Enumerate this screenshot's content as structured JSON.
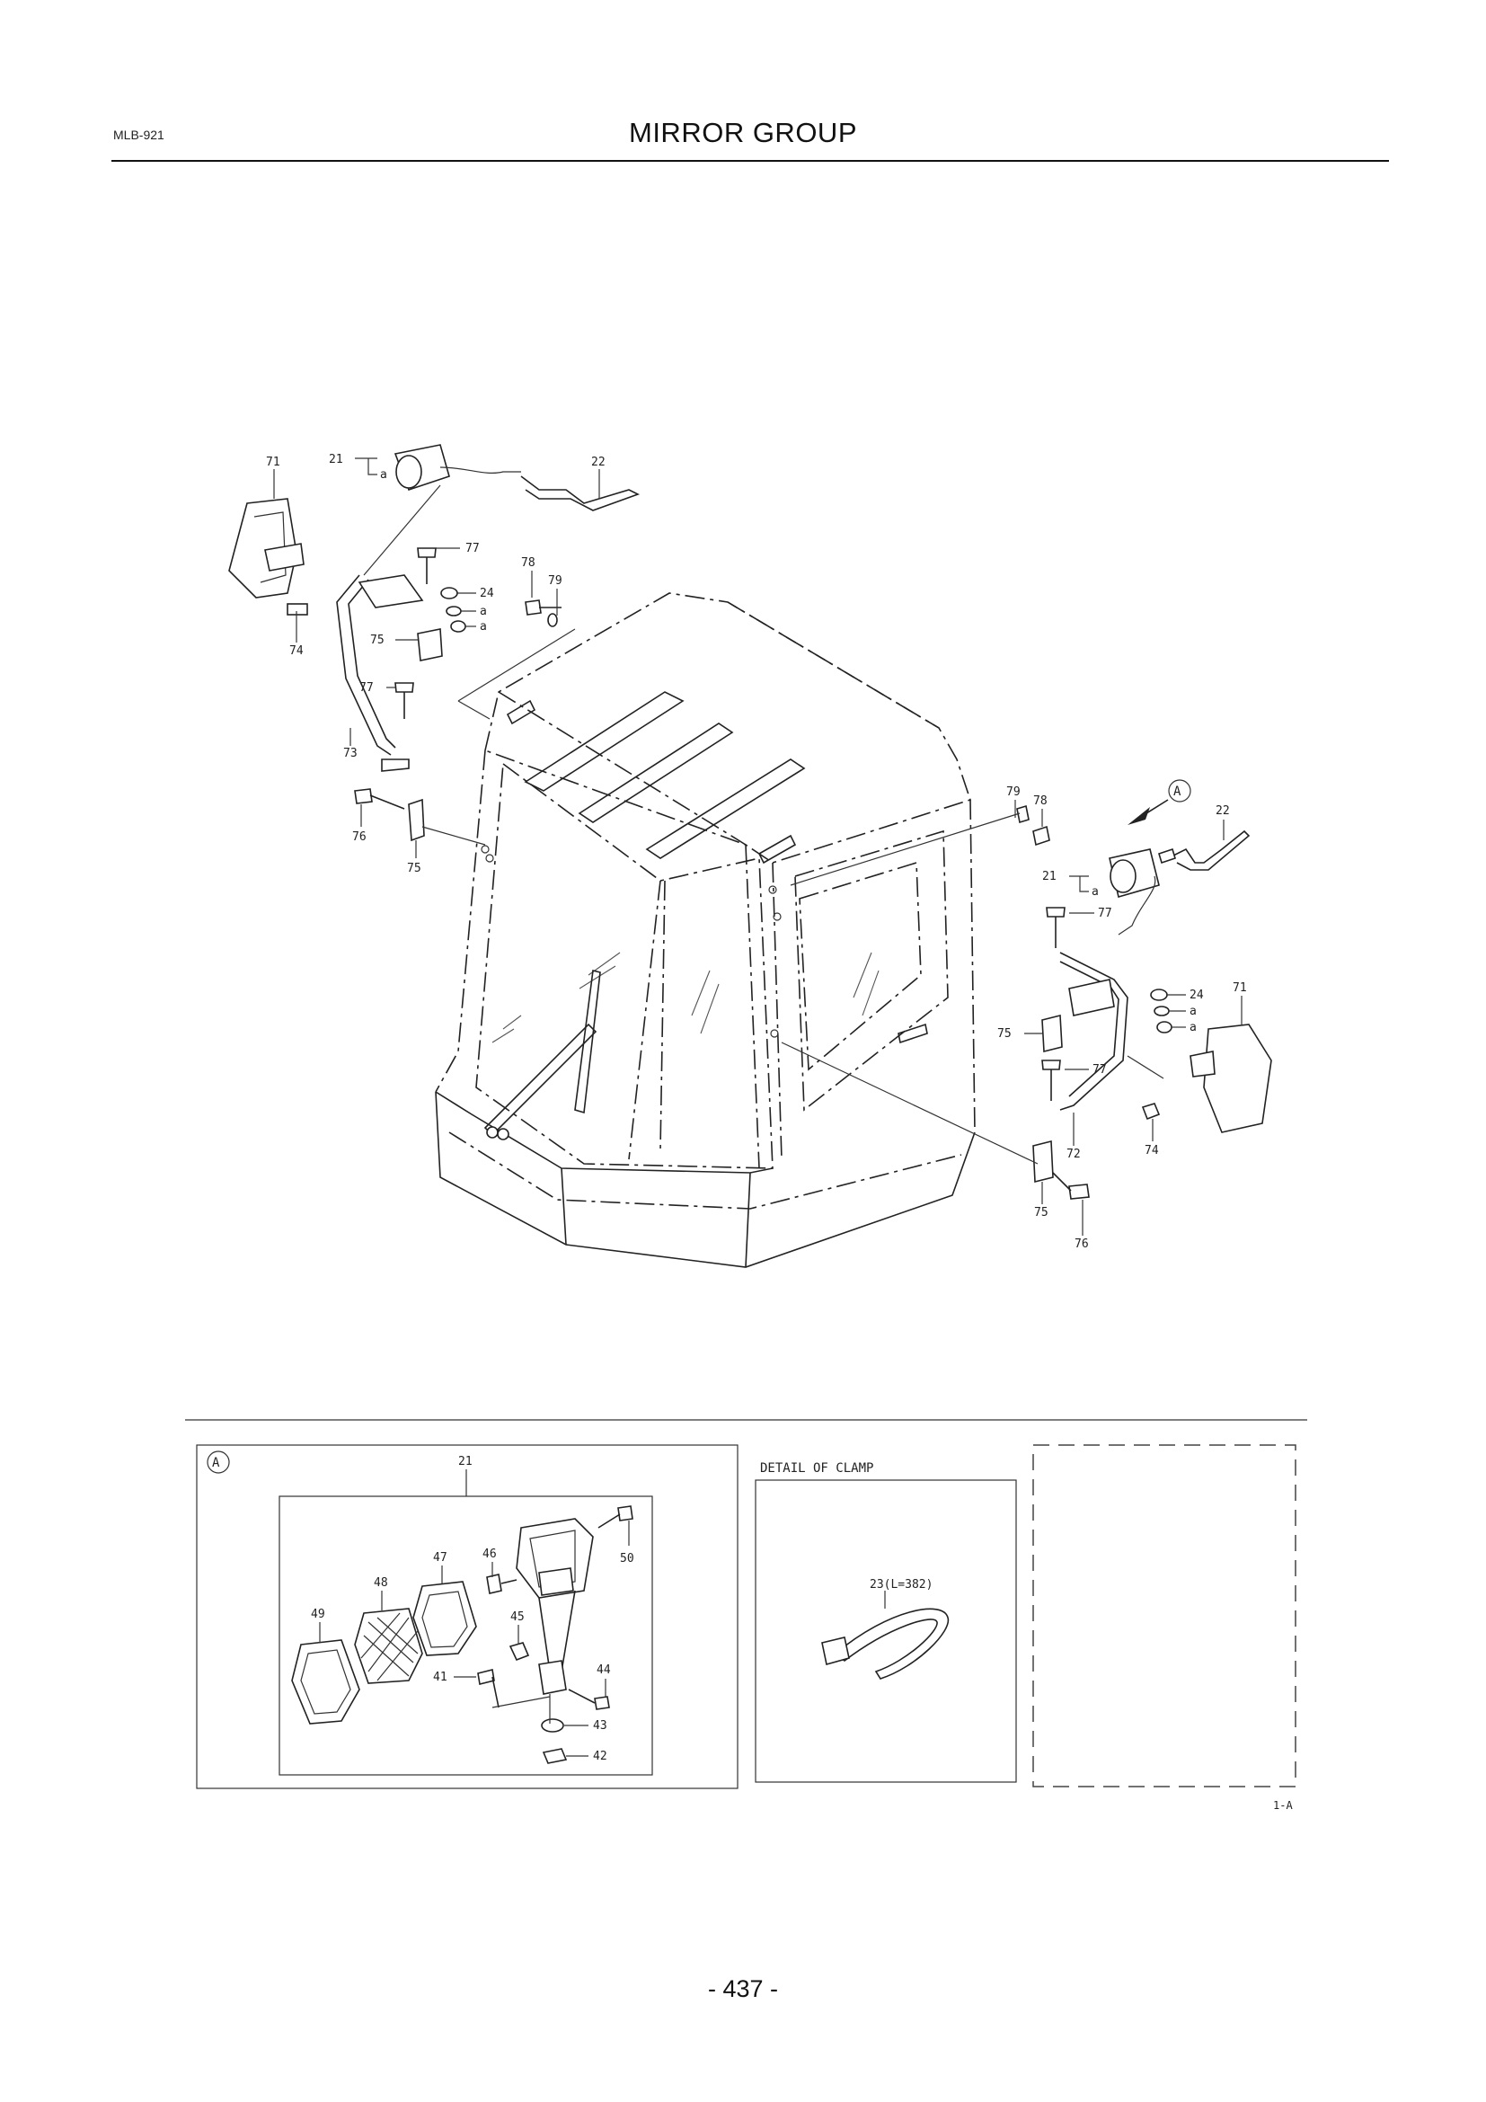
{
  "header": {
    "doc_code": "MLB-921",
    "title": "MIRROR GROUP"
  },
  "footer": {
    "page_number": "- 437 -"
  },
  "diagram": {
    "callouts_main": {
      "c71a": "71",
      "c21a": "21",
      "c_a1": "a",
      "c22a": "22",
      "c77a": "77",
      "c78a": "78",
      "c79a": "79",
      "c24a": "24",
      "c_a2": "a",
      "c_a3": "a",
      "c74a": "74",
      "c75a": "75",
      "c77b": "77",
      "c73": "73",
      "c76a": "76",
      "c75b": "75",
      "c79b": "79",
      "c78b": "78",
      "c22b": "22",
      "c21b": "21",
      "c_a4": "a",
      "c77c": "77",
      "c24b": "24",
      "c_a5": "a",
      "c_a6": "a",
      "c71b": "71",
      "c75c": "75",
      "c77d": "77",
      "c74b": "74",
      "c72": "72",
      "c75d": "75",
      "c76b": "76",
      "ref_A": "A"
    },
    "detail_A": {
      "marker": "A",
      "c21": "21",
      "c46": "46",
      "c47": "47",
      "c48": "48",
      "c49": "49",
      "c50": "50",
      "c45": "45",
      "c41": "41",
      "c44": "44",
      "c43": "43",
      "c42": "42"
    },
    "detail_clamp": {
      "heading": "DETAIL OF CLAMP",
      "part_label": "23(L=382)"
    },
    "figure_code": "1-A"
  }
}
